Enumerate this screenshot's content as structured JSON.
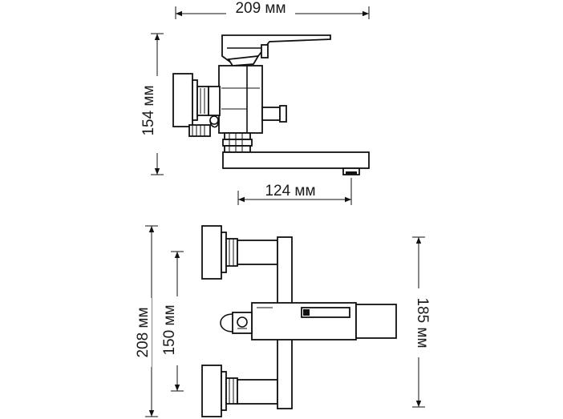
{
  "dimensions": {
    "top_width": "209 мм",
    "top_height": "154 мм",
    "spout_reach": "124 мм",
    "bottom_total_height": "208 мм",
    "bottom_center_distance": "150 мм",
    "bottom_right_height": "185 мм"
  },
  "colors": {
    "line": "#111111",
    "background": "#ffffff"
  }
}
